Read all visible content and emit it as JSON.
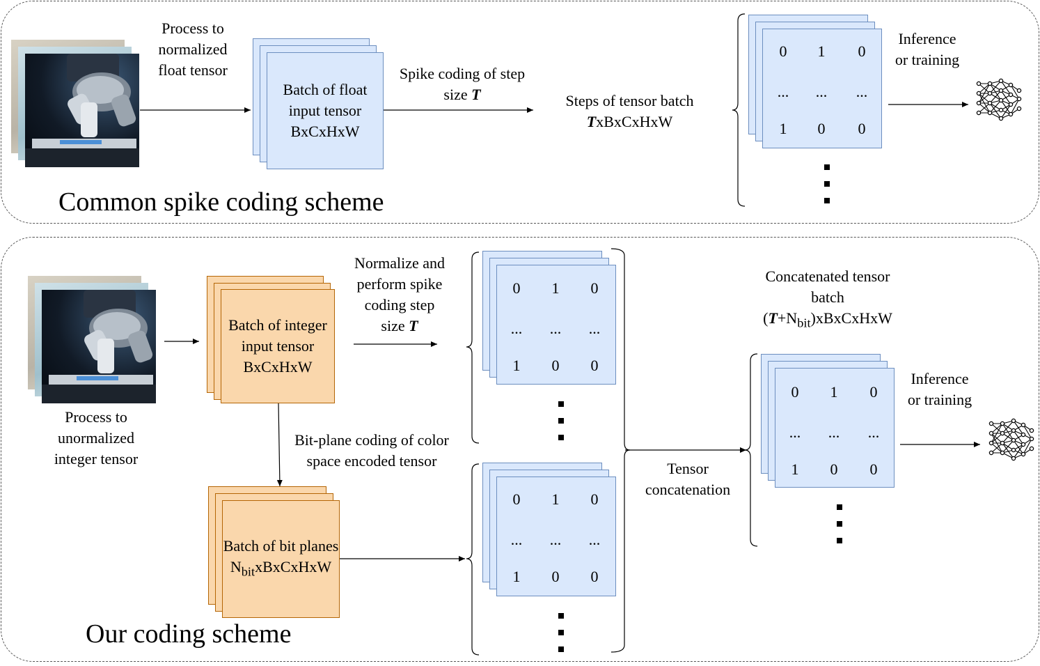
{
  "top": {
    "title": "Common spike coding scheme",
    "process_label": "Process to normalized float tensor",
    "input_tensor": "Batch of float input tensor BxCxHxW",
    "spike_label_a": "Spike coding of step",
    "spike_label_b": "size ",
    "spike_T": "T",
    "steps_a": "Steps of tensor batch",
    "steps_T": "T",
    "steps_b": "xBxCxHxW",
    "matrix": [
      [
        "0",
        "1",
        "0"
      ],
      [
        "...",
        "...",
        "..."
      ],
      [
        "1",
        "0",
        "0"
      ]
    ],
    "inference": "Inference or training"
  },
  "bottom": {
    "title": "Our coding scheme",
    "process_label": "Process to unormalized integer tensor",
    "int_tensor": "Batch of integer input tensor BxCxHxW",
    "normalize_a": "Normalize and perform spike coding step",
    "normalize_b": "size ",
    "normalize_T": "T",
    "bitplane_label": "Bit-plane coding of color space encoded tensor",
    "bit_tensor_a": "Batch of bit planes",
    "bit_N": "N",
    "bit_sub": "bit",
    "bit_tensor_b": "xBxCxHxW",
    "matrix_upper": [
      [
        "0",
        "1",
        "0"
      ],
      [
        "...",
        "...",
        "..."
      ],
      [
        "1",
        "0",
        "0"
      ]
    ],
    "matrix_lower": [
      [
        "0",
        "1",
        "0"
      ],
      [
        "...",
        "...",
        "..."
      ],
      [
        "1",
        "0",
        "0"
      ]
    ],
    "concat_label": "Tensor concatenation",
    "concat_title_a": "Concatenated tensor batch",
    "concat_open": "(",
    "concat_T": "T",
    "concat_plus": "+N",
    "concat_sub": "bit",
    "concat_tail": ")xBxCxHxW",
    "matrix_concat": [
      [
        "0",
        "1",
        "0"
      ],
      [
        "...",
        "...",
        "..."
      ],
      [
        "1",
        "0",
        "0"
      ]
    ],
    "inference": "Inference or training"
  },
  "colors": {
    "blue_fill": "#dae8fc",
    "blue_stroke": "#6c8ebf",
    "orange_fill": "#fad7ac",
    "orange_stroke": "#b46504"
  },
  "icons": [
    "microscope-photo",
    "neural-network-icon"
  ]
}
